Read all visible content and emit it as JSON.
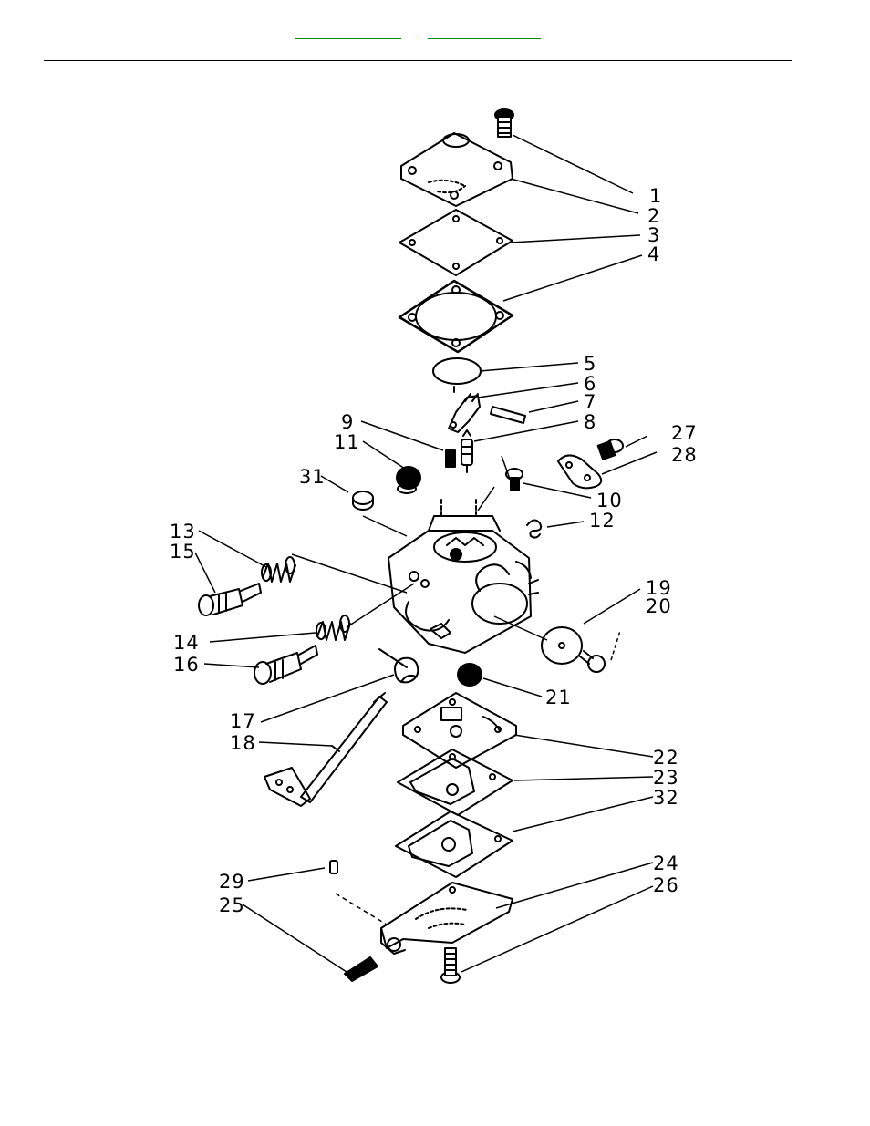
{
  "header": {
    "link_color": "#0a8a0a"
  },
  "diagram": {
    "stroke_color": "#000000",
    "labels": [
      {
        "id": "1",
        "text": "1"
      },
      {
        "id": "2",
        "text": "2"
      },
      {
        "id": "3",
        "text": "3"
      },
      {
        "id": "4",
        "text": "4"
      },
      {
        "id": "5",
        "text": "5"
      },
      {
        "id": "6",
        "text": "6"
      },
      {
        "id": "7",
        "text": "7"
      },
      {
        "id": "8",
        "text": "8"
      },
      {
        "id": "9",
        "text": "9"
      },
      {
        "id": "10",
        "text": "10"
      },
      {
        "id": "11",
        "text": "11"
      },
      {
        "id": "12",
        "text": "12"
      },
      {
        "id": "13",
        "text": "13"
      },
      {
        "id": "14",
        "text": "14"
      },
      {
        "id": "15",
        "text": "15"
      },
      {
        "id": "16",
        "text": "16"
      },
      {
        "id": "17",
        "text": "17"
      },
      {
        "id": "18",
        "text": "18"
      },
      {
        "id": "19",
        "text": "19"
      },
      {
        "id": "20",
        "text": "20"
      },
      {
        "id": "21",
        "text": "21"
      },
      {
        "id": "22",
        "text": "22"
      },
      {
        "id": "23",
        "text": "23"
      },
      {
        "id": "24",
        "text": "24"
      },
      {
        "id": "25",
        "text": "25"
      },
      {
        "id": "26",
        "text": "26"
      },
      {
        "id": "27",
        "text": "27"
      },
      {
        "id": "28",
        "text": "28"
      },
      {
        "id": "29",
        "text": "29"
      },
      {
        "id": "31",
        "text": "31"
      },
      {
        "id": "32",
        "text": "32"
      }
    ]
  }
}
